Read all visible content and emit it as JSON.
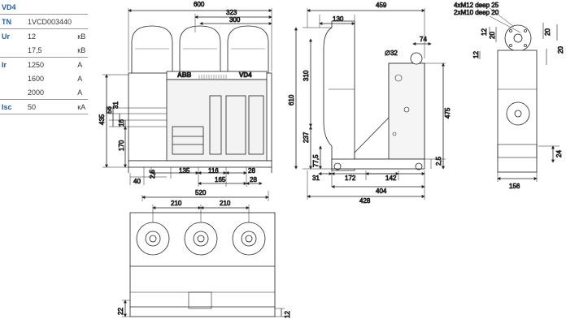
{
  "spec_table": {
    "title": "VD4",
    "rows": [
      {
        "label": "TN",
        "value": "1VCD003440",
        "unit": ""
      },
      {
        "label": "Ur",
        "value": "12",
        "unit": "кВ"
      },
      {
        "label": "",
        "value": "17,5",
        "unit": "кВ"
      },
      {
        "label": "Ir",
        "value": "1250",
        "unit": "A"
      },
      {
        "label": "",
        "value": "1600",
        "unit": "A"
      },
      {
        "label": "",
        "value": "2000",
        "unit": "A"
      },
      {
        "label": "Isc",
        "value": "50",
        "unit": "кА"
      }
    ]
  },
  "front_view": {
    "dims": {
      "overall_width": "600",
      "d323": "323",
      "d300": "300",
      "height_435": "435",
      "d56": "56",
      "d31": "31",
      "d16": "16",
      "d170": "170",
      "d40": "40",
      "d2_5": "2,5",
      "d135": "135",
      "d116": "116",
      "d28a": "28",
      "d165": "165",
      "d28b": "28",
      "d520": "520"
    },
    "brand": "ABB",
    "model": "VD4"
  },
  "side_view": {
    "dims": {
      "d459": "459",
      "d130": "130",
      "d74": "74",
      "dia32": "∅32",
      "d310": "310",
      "d610": "610",
      "d475": "475",
      "d237": "237",
      "d77_5": "77,5",
      "d2_5": "2,5",
      "d31": "31",
      "d172": "172",
      "d142": "142",
      "d404": "404",
      "d428": "428"
    }
  },
  "detail_view": {
    "notes": [
      "4xM12 deep 25",
      "2xM10 deep 20"
    ],
    "dims": {
      "d12a": "12",
      "d20a": "20",
      "d12b": "12",
      "d20b": "20",
      "d20c": "20",
      "d24": "24",
      "d156": "156"
    }
  },
  "top_view": {
    "dims": {
      "d210a": "210",
      "d210b": "210",
      "d22": "22",
      "d12": "12"
    }
  }
}
